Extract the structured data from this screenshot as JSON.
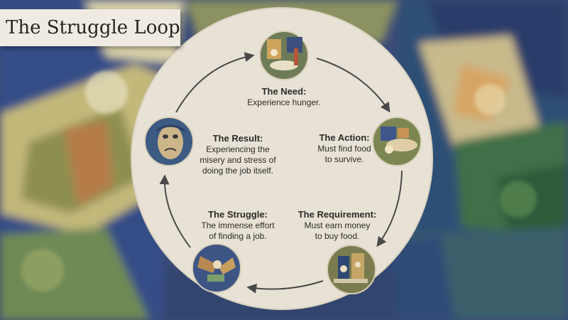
{
  "title": "The Struggle Loop",
  "cycle": [
    {
      "label": "The Need:",
      "desc": "Experience hunger.",
      "icon": "food-plate-icon"
    },
    {
      "label": "The Action:",
      "desc": "Must find food\nto survive.",
      "icon": "hands-with-food-icon"
    },
    {
      "label": "The Requirement:",
      "desc": "Must earn money\nto buy food.",
      "icon": "money-jar-icon"
    },
    {
      "label": "The Struggle:",
      "desc": "The immense effort\nof finding a job.",
      "icon": "hands-reaching-icon"
    },
    {
      "label": "The Result:",
      "desc": "Experiencing the\nmisery and stress of\ndoing the job itself.",
      "icon": "distressed-face-icon"
    }
  ],
  "colors": {
    "panel": "#e8e2d6",
    "arrow": "#4a4a4a",
    "title_box": "#efebe3",
    "text": "#2b2a27"
  }
}
